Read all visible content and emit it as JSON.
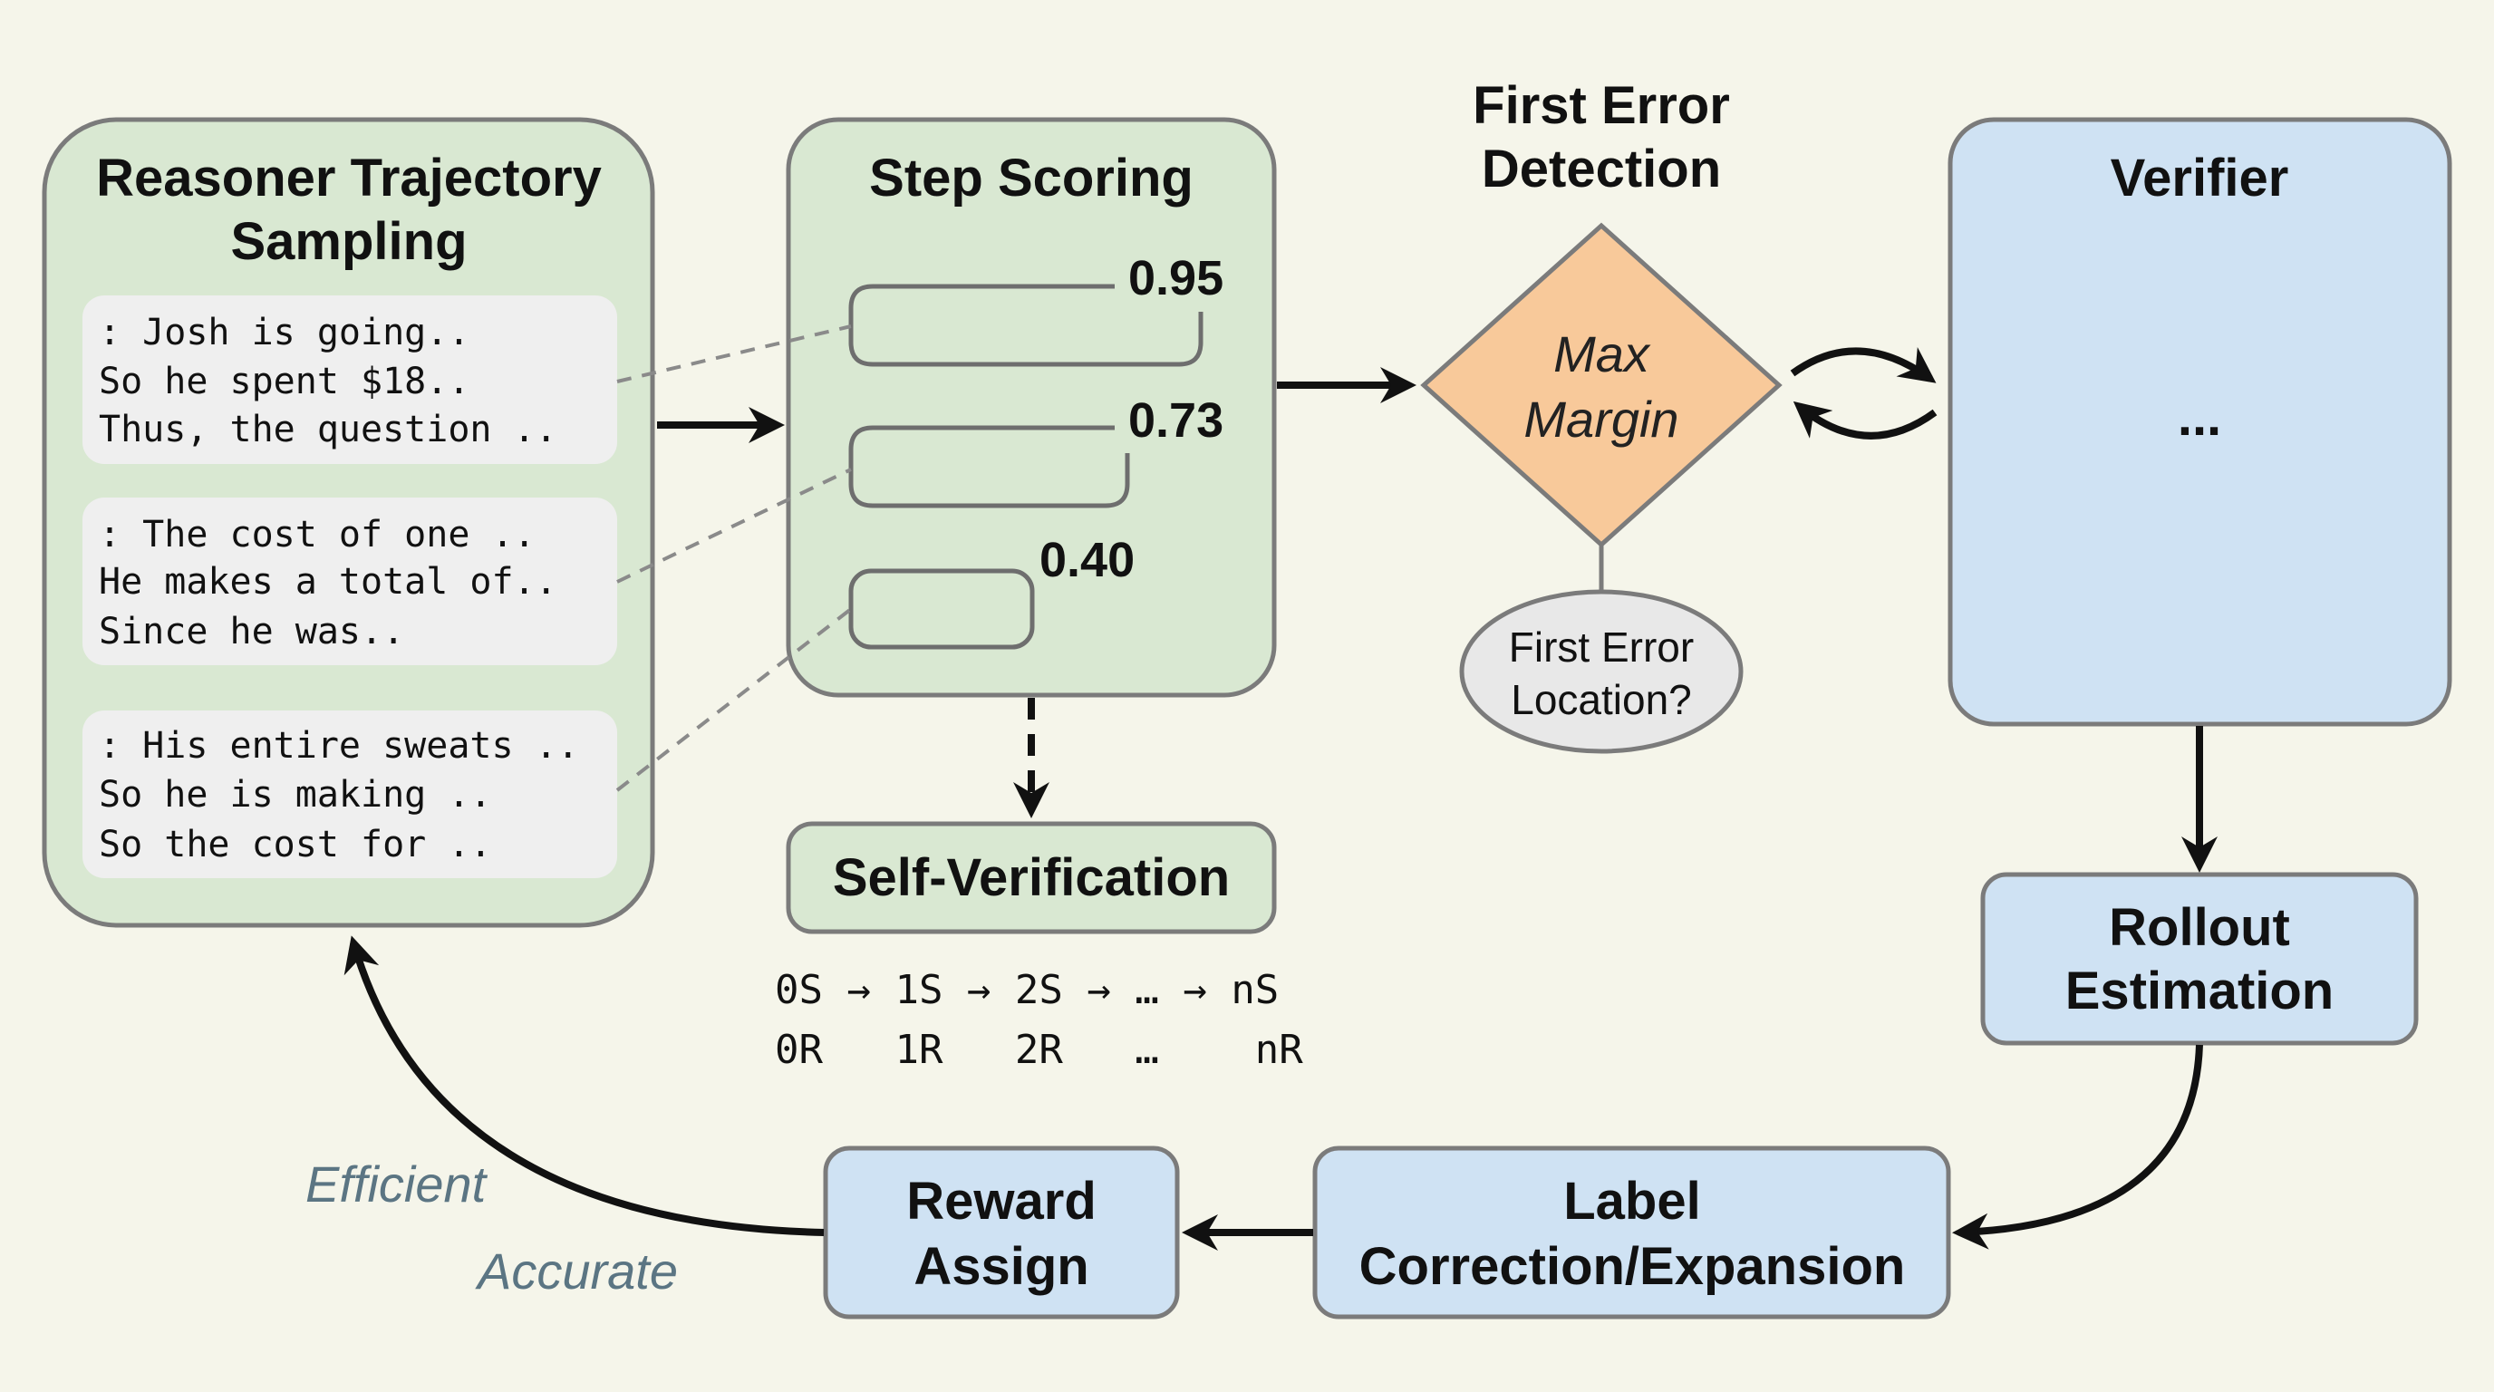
{
  "colors": {
    "background": "#f5f5ea",
    "green_box": "#d9e8d2",
    "blue_box": "#cfe2f3",
    "diamond": "#f8c99a",
    "ellipse": "#e8e8e8",
    "side_text": "#5b7583"
  },
  "sampling": {
    "title_lines": [
      "Reasoner Trajectory",
      "Sampling"
    ],
    "trajectories": [
      [
        "Josh is going..",
        "So he spent $18..",
        "Thus, the question .."
      ],
      [
        "The cost of one ..",
        "He makes a total of..",
        "Since he was.."
      ],
      [
        "His entire sweats ..",
        "So he is making ..",
        "So the cost for .."
      ]
    ],
    "line_prefix": ": "
  },
  "scoring": {
    "title": "Step Scoring",
    "scores": [
      "0.95",
      "0.73",
      "0.40"
    ],
    "score_values": [
      0.95,
      0.73,
      0.4
    ]
  },
  "self_verification": {
    "label": "Self-Verification",
    "sequence_top": "0S → 1S → 2S → … → nS",
    "sequence_bottom": "0R   1R   2R   …    nR"
  },
  "first_error": {
    "title_lines": [
      "First Error",
      "Detection"
    ],
    "diamond_lines": [
      "Max",
      "Margin"
    ],
    "question_lines": [
      "First Error",
      "Location?"
    ]
  },
  "verifier": {
    "title": "Verifier",
    "ellipsis": "..."
  },
  "rollout": {
    "lines": [
      "Rollout",
      "Estimation"
    ]
  },
  "label_correction": {
    "lines": [
      "Label",
      "Correction/Expansion"
    ]
  },
  "reward": {
    "lines": [
      "Reward",
      "Assign"
    ]
  },
  "feedback": {
    "efficient": "Efficient",
    "accurate": "Accurate"
  }
}
